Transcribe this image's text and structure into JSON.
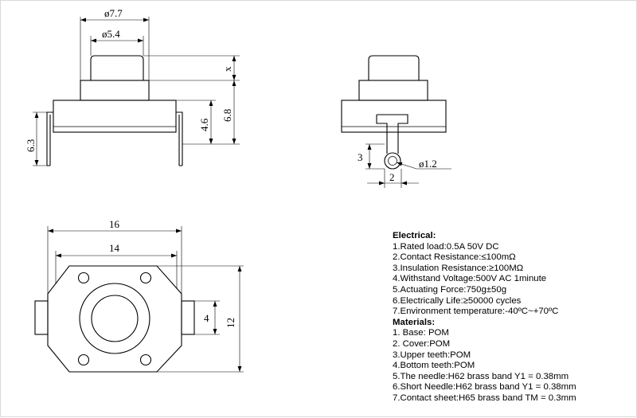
{
  "dimensions": {
    "front_outer_dia": "ø7.7",
    "front_cap_dia": "ø5.4",
    "front_x": "x",
    "front_h46": "4.6",
    "front_h68": "6.8",
    "front_h63": "6.3",
    "side_h3": "3",
    "side_w2": "2",
    "side_pin_dia": "ø1.2",
    "bottom_w16": "16",
    "bottom_w14": "14",
    "bottom_h4": "4",
    "bottom_h12": "12"
  },
  "specs": {
    "electrical_title": "Electrical:",
    "electrical": [
      "1.Rated load:0.5A 50V DC",
      "2.Contact Resistance:≤100mΩ",
      "3.Insulation Resistance:≥100MΩ",
      "4.Withstand Voltage:500V AC 1minute",
      "5.Actuating Force:750g±50g",
      "6.Electrically Life:≥50000 cycles",
      "7.Environment temperature:-40ºC~+70ºC"
    ],
    "materials_title": "Materials:",
    "materials": [
      "1. Base: POM",
      "2. Cover:POM",
      "3.Upper teeth:POM",
      "4.Bottom teeth:POM",
      "5.The needle:H62 brass band Y1 = 0.38mm",
      "6.Short Needle:H62 brass band Y1 = 0.38mm",
      "7.Contact sheet:H65 brass band TM = 0.3mm"
    ]
  }
}
